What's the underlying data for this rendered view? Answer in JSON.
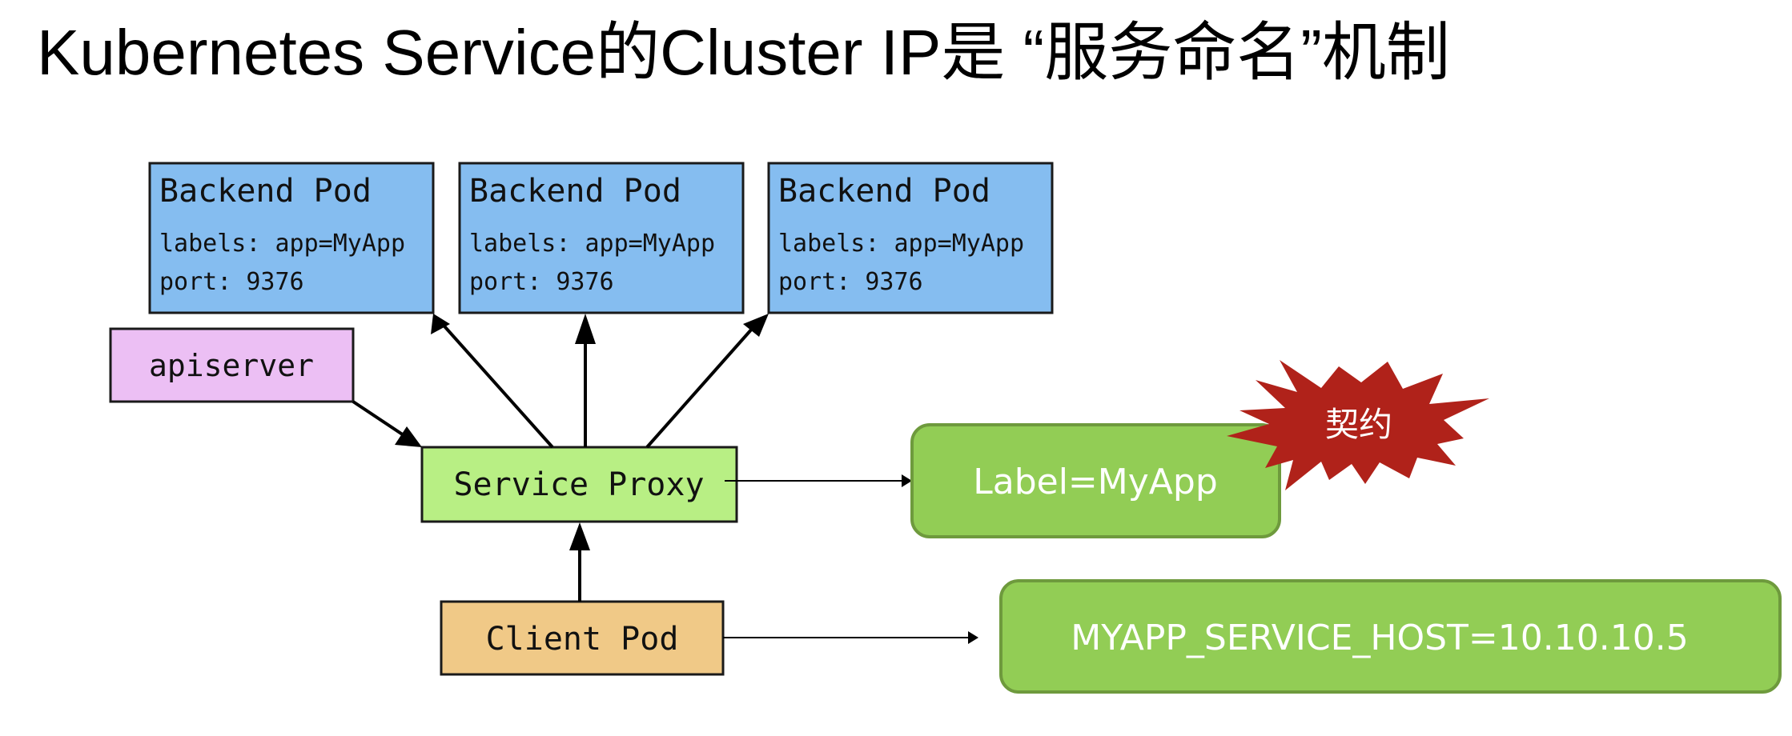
{
  "title": "Kubernetes Service的Cluster IP是 “服务命名”机制",
  "nodes": {
    "backend_pods": [
      {
        "title": "Backend Pod",
        "labels": "labels: app=MyApp",
        "port": "port: 9376"
      },
      {
        "title": "Backend Pod",
        "labels": "labels: app=MyApp",
        "port": "port: 9376"
      },
      {
        "title": "Backend Pod",
        "labels": "labels: app=MyApp",
        "port": "port: 9376"
      }
    ],
    "apiserver": "apiserver",
    "service_proxy": "Service Proxy",
    "client_pod": "Client Pod",
    "label_box": "Label=MyApp",
    "env_box": "MYAPP_SERVICE_HOST=10.10.10.5",
    "starburst": "契约"
  },
  "colors": {
    "backend_pod": "#85bdf0",
    "apiserver": "#ecbff4",
    "service_proxy": "#b8ef84",
    "client_pod": "#f0c987",
    "green_box": "#92cd55",
    "green_box_border": "#6e9a3d",
    "starburst": "#b0221a"
  },
  "edges": [
    {
      "from": "service_proxy",
      "to": "backend_pod_1"
    },
    {
      "from": "service_proxy",
      "to": "backend_pod_2"
    },
    {
      "from": "service_proxy",
      "to": "backend_pod_3"
    },
    {
      "from": "apiserver",
      "to": "service_proxy"
    },
    {
      "from": "client_pod",
      "to": "service_proxy"
    },
    {
      "from": "service_proxy",
      "to": "label_box"
    },
    {
      "from": "client_pod",
      "to": "env_box"
    }
  ]
}
